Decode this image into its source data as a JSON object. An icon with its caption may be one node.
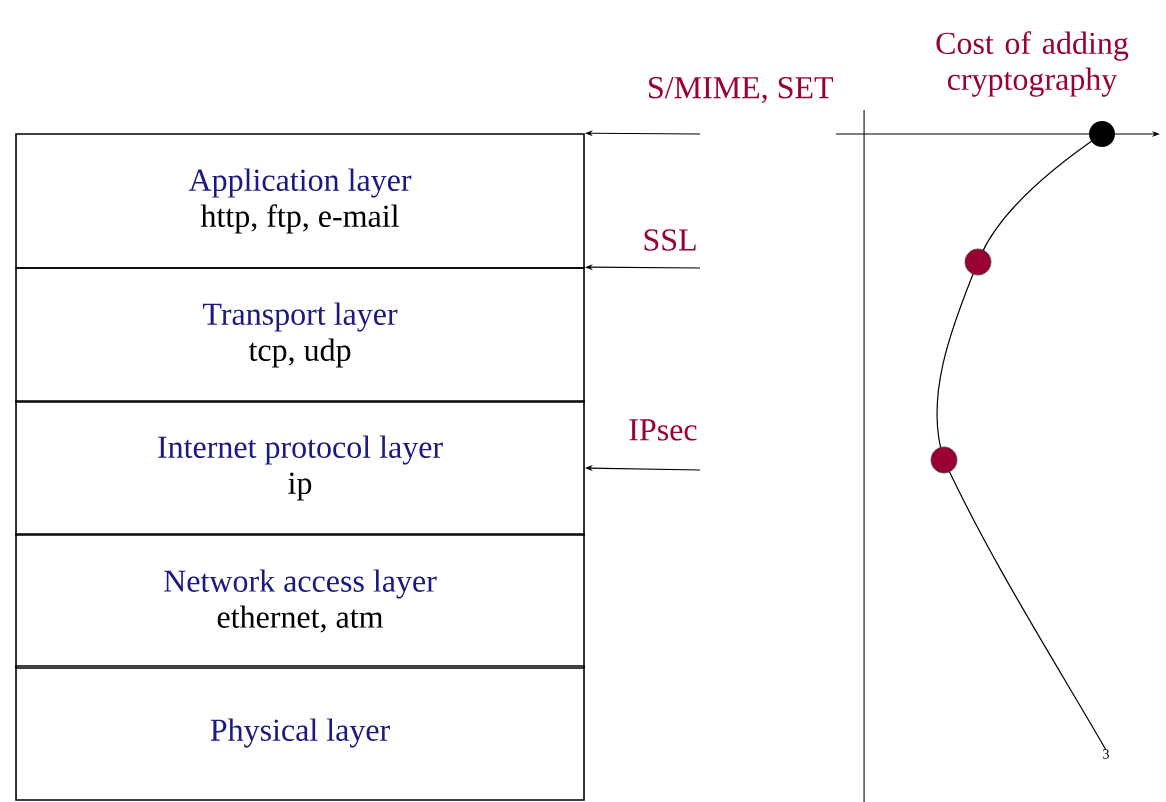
{
  "diagram": {
    "nodes": [
      {
        "text": [
          "Application layer",
          "http, ftp, e-mail"
        ]
      },
      {
        "text": [
          "Transport layer",
          "tcp, udp"
        ]
      },
      {
        "text": [
          "Internet protocol layer",
          "ip"
        ]
      },
      {
        "text": [
          "Network access layer",
          "ethernet, atm"
        ]
      },
      {
        "text": [
          "Physical layer"
        ]
      }
    ],
    "edges": [
      {
        "from": null,
        "to": 0,
        "arrow": "to",
        "label": "S/MIME, SET"
      },
      {
        "from": null,
        "to": 1,
        "arrow": "to",
        "label": "SSL"
      },
      {
        "from": null,
        "to": 2,
        "arrow": "to",
        "label": "IPsec"
      }
    ],
    "labels": [
      "Cost of adding cryptography",
      "3"
    ]
  }
}
